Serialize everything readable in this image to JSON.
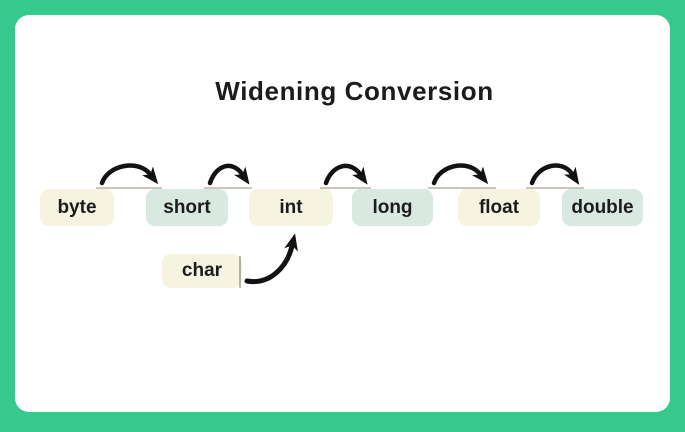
{
  "title": "Widening Conversion",
  "colors": {
    "frame": "#35c98c",
    "card": "#ffffff",
    "cream": "#f6f3e0",
    "mint": "#d9e8e0",
    "text": "#1c1c1c",
    "arrow": "#121212",
    "guide": "#b9b4a6"
  },
  "diagram": {
    "boxes": [
      {
        "label": "byte",
        "tone": "cream"
      },
      {
        "label": "short",
        "tone": "mint"
      },
      {
        "label": "int",
        "tone": "cream"
      },
      {
        "label": "long",
        "tone": "mint"
      },
      {
        "label": "float",
        "tone": "cream"
      },
      {
        "label": "double",
        "tone": "mint"
      }
    ],
    "char_box": {
      "label": "char",
      "tone": "cream"
    },
    "arrows": [
      {
        "from": "byte",
        "to": "short",
        "icon": "curved-arrow"
      },
      {
        "from": "short",
        "to": "int",
        "icon": "curved-arrow"
      },
      {
        "from": "int",
        "to": "long",
        "icon": "curved-arrow"
      },
      {
        "from": "long",
        "to": "float",
        "icon": "curved-arrow"
      },
      {
        "from": "float",
        "to": "double",
        "icon": "curved-arrow"
      },
      {
        "from": "char",
        "to": "int",
        "icon": "curved-arrow-up"
      }
    ]
  }
}
